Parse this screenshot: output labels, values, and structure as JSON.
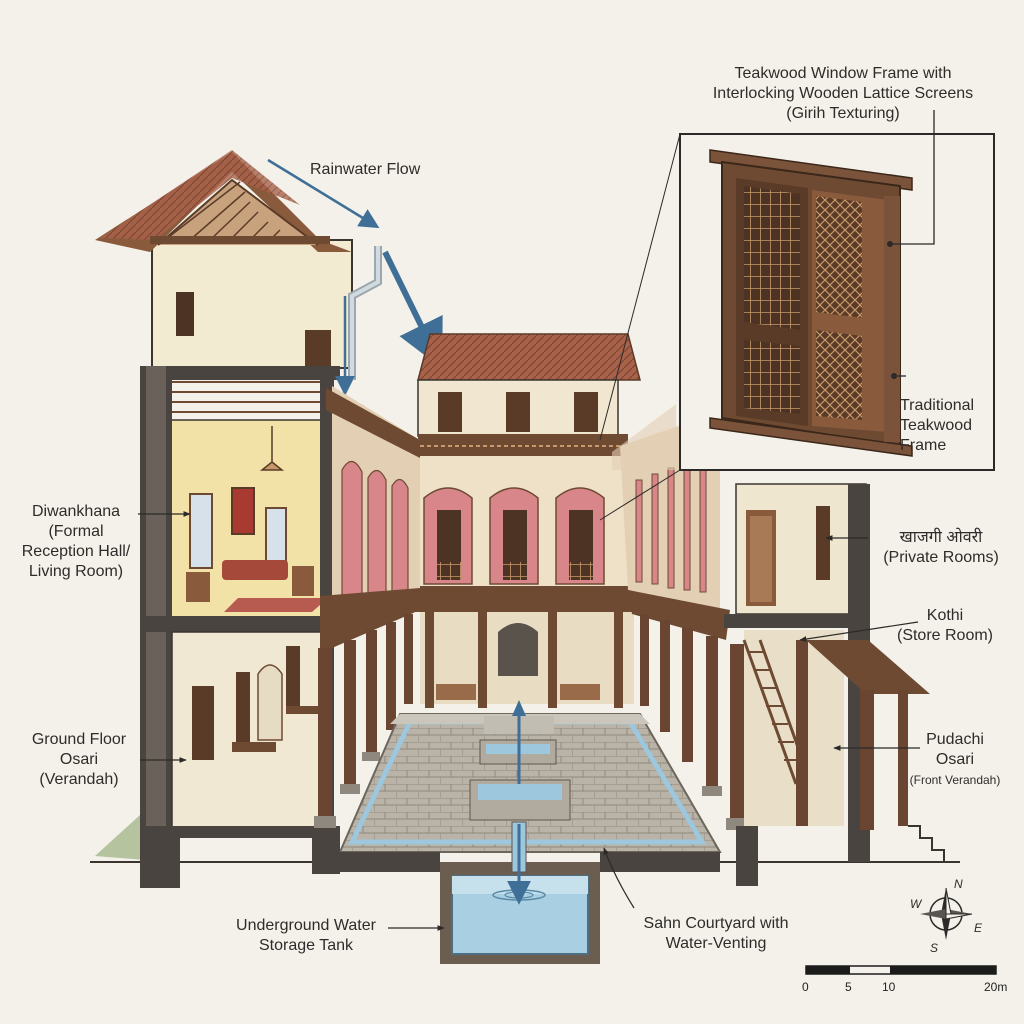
{
  "labels": {
    "window_title": [
      "Teakwood Window Frame with",
      "Interlocking Wooden Lattice Screens",
      "(Girih Texturing)"
    ],
    "window_frame": [
      "Traditional",
      "Teakwood",
      "Frame"
    ],
    "rainwater": "Rainwater Flow",
    "diwankhana": [
      "Diwankhana",
      "(Formal",
      "Reception Hall/",
      "Living Room)"
    ],
    "private_rooms": [
      "खाजगी ओवरी",
      "(Private Rooms)"
    ],
    "kothi": [
      "Kothi",
      "(Store Room)"
    ],
    "ground_osari": [
      "Ground Floor",
      "Osari",
      "(Verandah)"
    ],
    "pudachi": [
      "Pudachi",
      "Osari",
      "(Front Verandah)"
    ],
    "tank": [
      "Underground Water",
      "Storage Tank"
    ],
    "sahn": [
      "Sahn Courtyard with",
      "Water-Venting"
    ]
  },
  "compass": {
    "n": "N",
    "s": "S",
    "e": "E",
    "w": "W"
  },
  "scale_bar": {
    "ticks": [
      "0",
      "5",
      "10",
      "20m"
    ]
  },
  "colors": {
    "paper": "#f4f1ea",
    "teak": "#6e4a33",
    "teak_light": "#9a6b4a",
    "wall": "#f3ead2",
    "plaster_red": "#d9868a",
    "stone": "#a8a39a",
    "water": "#9cc7dd",
    "ink": "#2b2a28"
  }
}
